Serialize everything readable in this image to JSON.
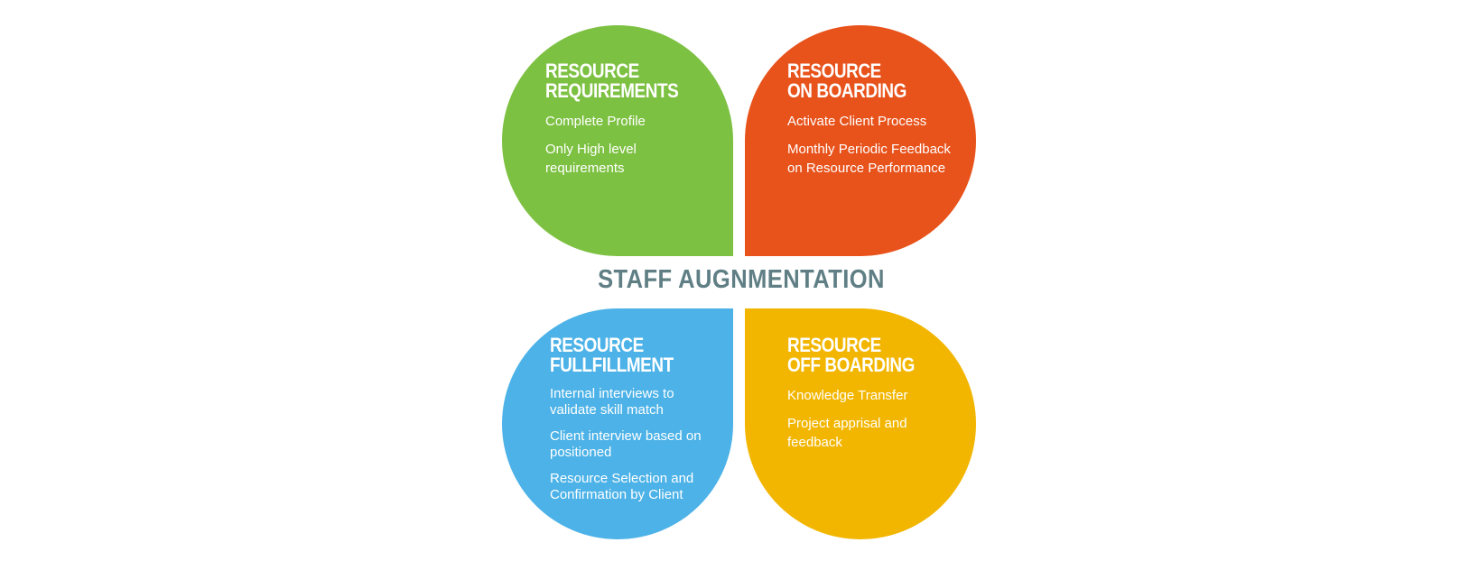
{
  "center_title": "STAFF AUGNMENTATION",
  "quadrants": [
    {
      "id": "requirements",
      "color": "#7dc142",
      "title_line1": "RESOURCE",
      "title_line2": "REQUIREMENTS",
      "items": [
        "Complete Profile",
        "Only High level requirements"
      ]
    },
    {
      "id": "on-boarding",
      "color": "#e8521b",
      "title_line1": "RESOURCE",
      "title_line2": "ON BOARDING",
      "items": [
        "Activate Client Process",
        "Monthly Periodic Feedback on Resource Performance"
      ]
    },
    {
      "id": "fulfillment",
      "color": "#4cb2e7",
      "title_line1": "RESOURCE",
      "title_line2": "FULLFILLMENT",
      "items": [
        "Internal interviews to validate skill match",
        "Client interview based on positioned",
        "Resource Selection and Confirmation by Client"
      ]
    },
    {
      "id": "off-boarding",
      "color": "#f2b600",
      "title_line1": "RESOURCE",
      "title_line2": "OFF BOARDING",
      "items": [
        "Knowledge Transfer",
        "Project apprisal and feedback"
      ]
    }
  ]
}
